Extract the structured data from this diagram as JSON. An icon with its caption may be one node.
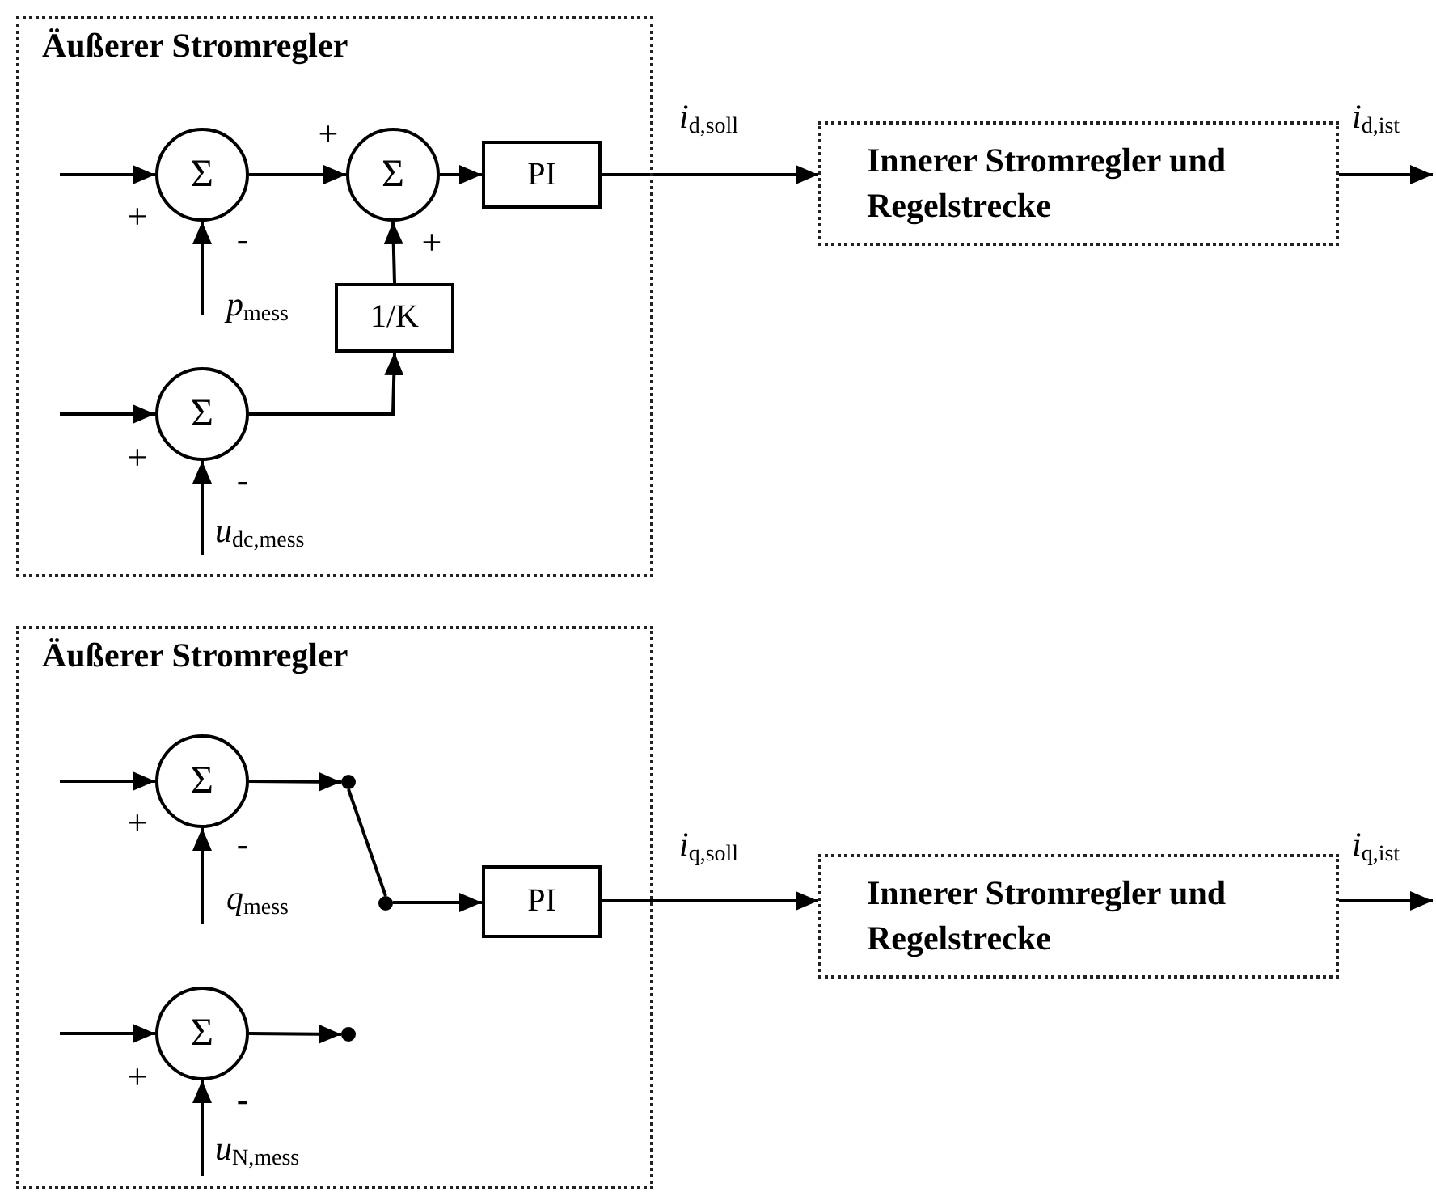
{
  "diagram": {
    "nodes": [
      {
        "text": [
          "Äußerer Stromregler"
        ]
      },
      {
        "text": [
          "Σ"
        ],
        "in": 0
      },
      {
        "text": [
          "Σ"
        ],
        "in": 0
      },
      {
        "text": [
          "PI"
        ],
        "in": 0
      },
      {
        "text": [
          "1/K"
        ],
        "in": 0
      },
      {
        "text": [
          "Σ"
        ],
        "in": 0
      },
      {
        "text": [
          "Innerer Stromregler und Regelstrecke"
        ]
      },
      {
        "text": [
          "Äußerer Stromregler"
        ]
      },
      {
        "text": [
          "Σ"
        ],
        "in": 7
      },
      {
        "text": [],
        "shape": "circle",
        "in": 7
      },
      {
        "text": [],
        "shape": "circle",
        "in": 7
      },
      {
        "text": [
          "PI"
        ],
        "in": 7
      },
      {
        "text": [
          "Σ"
        ],
        "in": 7
      },
      {
        "text": [],
        "shape": "circle",
        "in": 7
      },
      {
        "text": [
          "Innerer Stromregler und Regelstrecke"
        ]
      }
    ],
    "edges": [
      {
        "from": null,
        "to": 1,
        "arrow": "to"
      },
      {
        "from": null,
        "to": 1,
        "arrow": "to",
        "label": "*p*$_{mess}$"
      },
      {
        "from": 1,
        "to": 2,
        "arrow": "to"
      },
      {
        "from": 2,
        "to": 3,
        "arrow": "to"
      },
      {
        "from": 4,
        "to": 2,
        "arrow": "to"
      },
      {
        "from": 5,
        "to": 4,
        "arrow": "to"
      },
      {
        "from": null,
        "to": 5,
        "arrow": "to"
      },
      {
        "from": null,
        "to": 5,
        "arrow": "to",
        "label": "*u*$_{dc,mess}$"
      },
      {
        "from": 3,
        "to": 6,
        "arrow": "to",
        "label": "*i*$_{d,soll}$"
      },
      {
        "from": 6,
        "to": null,
        "arrow": "to",
        "label": "*i*$_{d,ist}$"
      },
      {
        "from": null,
        "to": 8,
        "arrow": "to"
      },
      {
        "from": null,
        "to": 8,
        "arrow": "to",
        "label": "*q*$_{mess}$"
      },
      {
        "from": 8,
        "to": 9,
        "arrow": "to"
      },
      {
        "from": 9,
        "to": 10,
        "arrow": "none"
      },
      {
        "from": 10,
        "to": 11,
        "arrow": "to"
      },
      {
        "from": null,
        "to": 12,
        "arrow": "to"
      },
      {
        "from": null,
        "to": 12,
        "arrow": "to",
        "label": "*u*$_{N,mess}$"
      },
      {
        "from": 12,
        "to": 13,
        "arrow": "to"
      },
      {
        "from": 11,
        "to": 14,
        "arrow": "to",
        "label": "*i*$_{q,soll}$"
      },
      {
        "from": 14,
        "to": null,
        "arrow": "to",
        "label": "*i*$_{q,ist}$"
      }
    ],
    "labels": [
      "+",
      "+",
      "-",
      "+",
      "+",
      "-",
      "+",
      "-",
      "+",
      "-"
    ]
  }
}
